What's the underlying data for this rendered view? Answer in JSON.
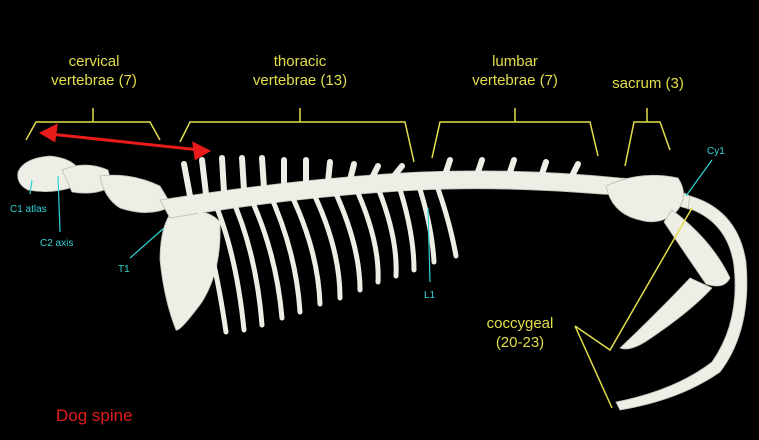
{
  "colors": {
    "background": "#000000",
    "region_label": "#e3de4a",
    "landmark_label": "#2fd3d6",
    "caption": "#e21c1c",
    "arrow": "#e81b1b",
    "bone": "#efeee6"
  },
  "regions": {
    "cervical": {
      "line1": "cervical",
      "line2": "vertebrae (7)"
    },
    "thoracic": {
      "line1": "thoracic",
      "line2": "vertebrae (13)"
    },
    "lumbar": {
      "line1": "lumbar",
      "line2": "vertebrae (7)"
    },
    "sacrum": {
      "line1": "sacrum (3)"
    },
    "coccygeal": {
      "line1": "coccygeal",
      "line2": "(20-23)"
    }
  },
  "landmarks": {
    "c1": "C1 atlas",
    "c2": "C2 axis",
    "t1": "T1",
    "l1": "L1",
    "cy1": "Cy1"
  },
  "caption": "Dog spine"
}
